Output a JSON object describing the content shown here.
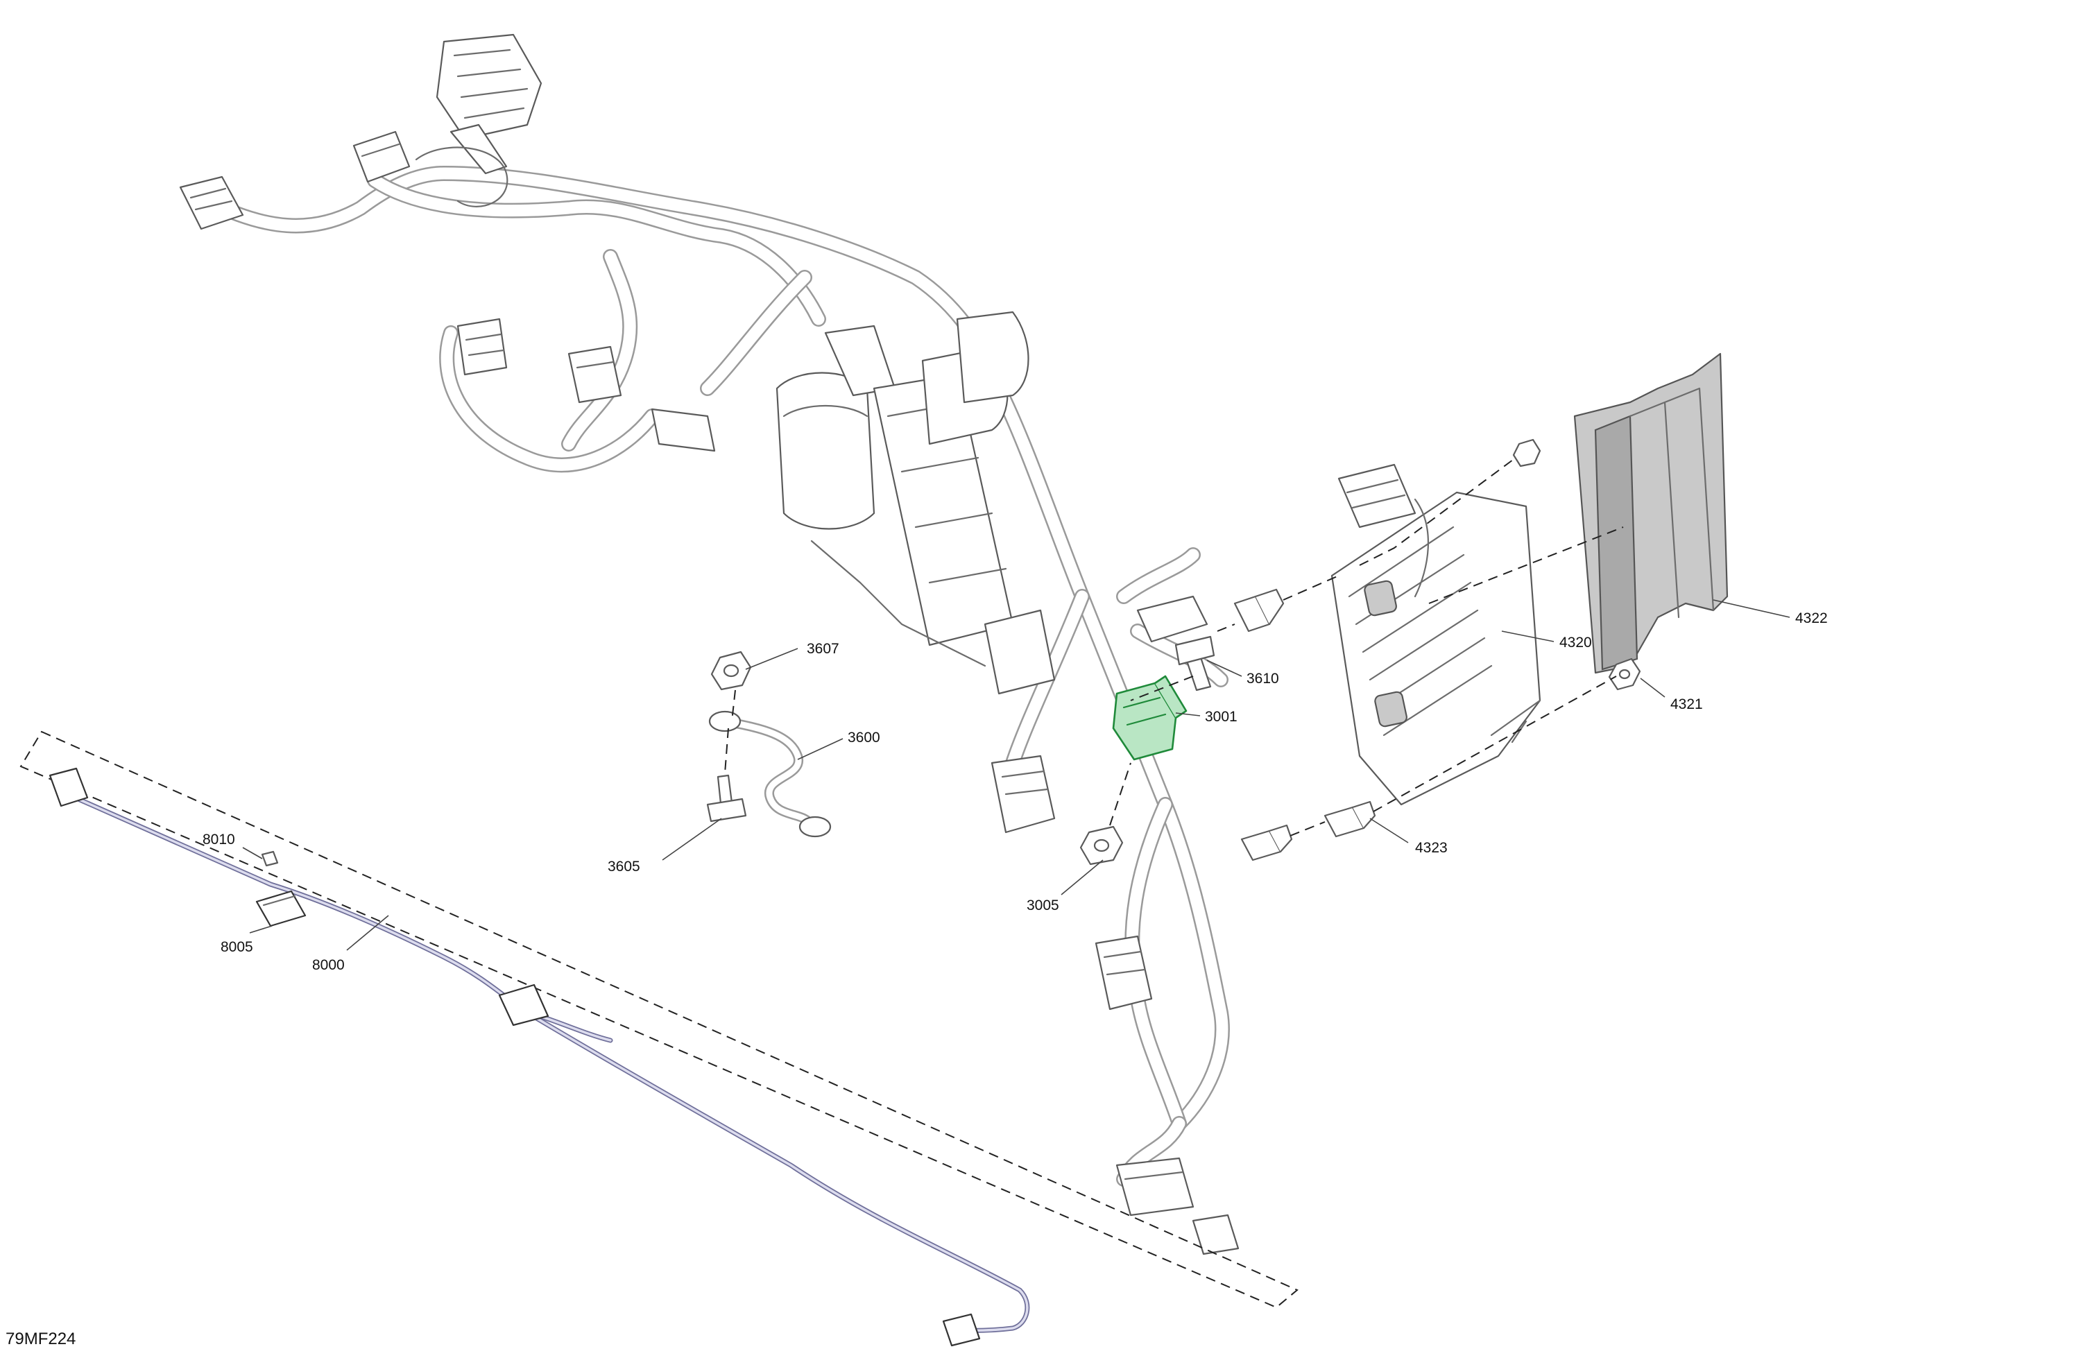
{
  "reference_code": "79MF224",
  "callouts": [
    {
      "id": "3607",
      "label": "3607"
    },
    {
      "id": "3610",
      "label": "3610"
    },
    {
      "id": "3001",
      "label": "3001"
    },
    {
      "id": "3600",
      "label": "3600"
    },
    {
      "id": "3605",
      "label": "3605"
    },
    {
      "id": "3005",
      "label": "3005"
    },
    {
      "id": "4320",
      "label": "4320"
    },
    {
      "id": "4321",
      "label": "4321"
    },
    {
      "id": "4322",
      "label": "4322"
    },
    {
      "id": "4323",
      "label": "4323"
    },
    {
      "id": "8010",
      "label": "8010"
    },
    {
      "id": "8005",
      "label": "8005"
    },
    {
      "id": "8000",
      "label": "8000"
    }
  ],
  "highlight_color": "#1f8a3a"
}
